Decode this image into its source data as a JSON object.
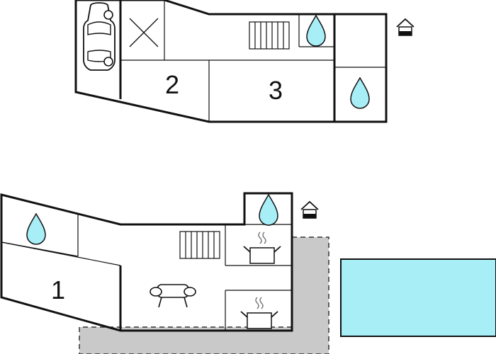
{
  "colors": {
    "wall": "#111111",
    "water": "#a7eef7",
    "pool": "#a7eef7",
    "terrace": "#c9c9c9",
    "background": "#ffffff"
  },
  "upper_floor": {
    "rooms": [
      {
        "label": "2"
      },
      {
        "label": "3"
      }
    ],
    "icons": [
      "car-icon",
      "void-cross-icon",
      "staircase-icon",
      "water-drop-icon",
      "water-drop-icon",
      "floor-level-icon"
    ]
  },
  "lower_floor": {
    "rooms": [
      {
        "label": "1"
      }
    ],
    "icons": [
      "water-drop-icon",
      "staircase-icon",
      "armchair-icon",
      "stove-icon",
      "stove-icon",
      "water-drop-icon",
      "floor-level-icon"
    ],
    "outdoor": [
      "terrace",
      "swimming-pool"
    ]
  }
}
